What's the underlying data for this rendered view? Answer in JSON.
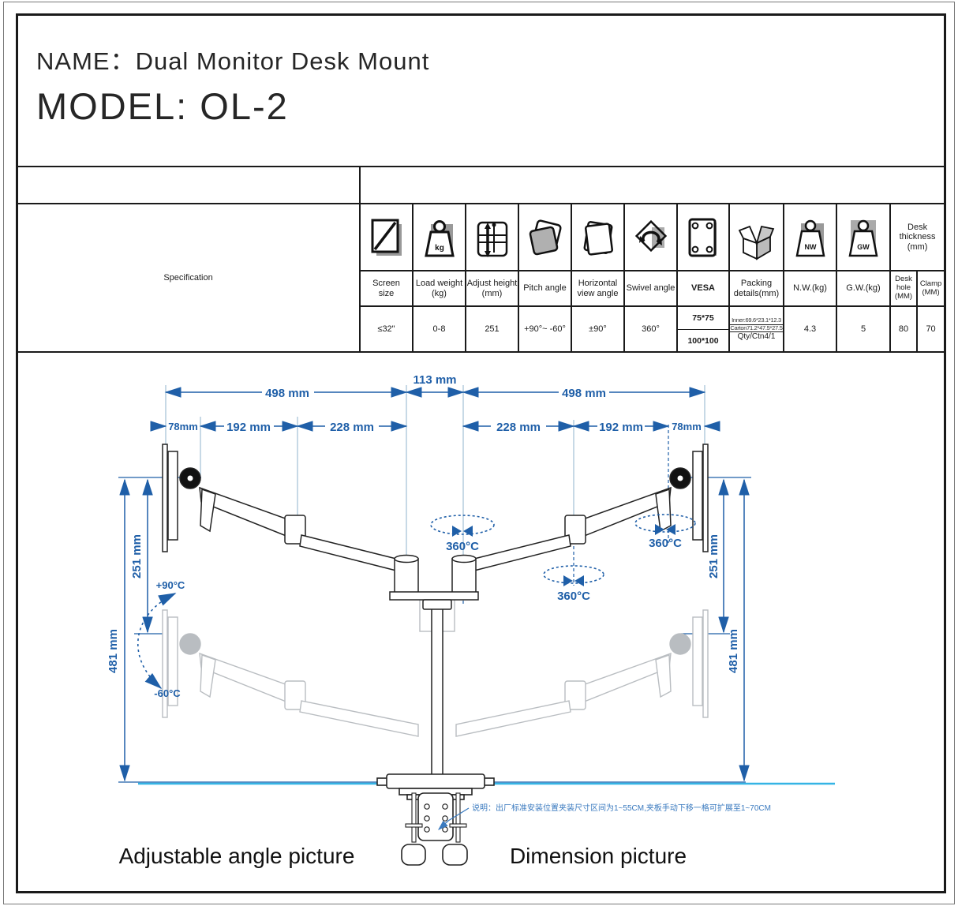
{
  "page": {
    "name_line": "NAME：Dual Monitor Desk Mount",
    "model_line": "MODEL: OL-2"
  },
  "spec_table": {
    "section_label": "Specification",
    "columns": [
      {
        "icon": "screen-diagonal-icon",
        "label": "Screen\nsize",
        "value": "≤32\""
      },
      {
        "icon": "load-weight-icon",
        "icon_text": "kg",
        "label": "Load weight\n(kg)",
        "value": "0-8"
      },
      {
        "icon": "adjust-height-icon",
        "label": "Adjust height\n(mm)",
        "value": "251"
      },
      {
        "icon": "pitch-angle-icon",
        "label": "Pitch angle",
        "value": "+90°~ -60°"
      },
      {
        "icon": "horizontal-view-icon",
        "label": "Horizontal\nview angle",
        "value": "±90°"
      },
      {
        "icon": "swivel-angle-icon",
        "label": "Swivel angle",
        "value": "360°"
      },
      {
        "icon": "vesa-plate-icon",
        "label": "VESA",
        "values": [
          "75*75",
          "100*100"
        ]
      },
      {
        "icon": "packing-box-icon",
        "label": "Packing\ndetails(mm)",
        "values": [
          "Inner:69.6*23.1*12.3",
          "Carton71.2*47.5*27.5",
          "Qty/Ctn4/1"
        ]
      },
      {
        "icon": "net-weight-icon",
        "icon_text": "NW",
        "label": "N.W.(kg)",
        "value": "4.3"
      },
      {
        "icon": "gross-weight-icon",
        "icon_text": "GW",
        "label": "G.W.(kg)",
        "value": "5"
      },
      {
        "group": "Desk\nthickness\n(mm)",
        "sub": [
          {
            "label": "Desk\nhole\n(MM)",
            "value": "80"
          },
          {
            "label": "Clamp\n(MM)",
            "value": "70"
          }
        ]
      }
    ]
  },
  "diagram": {
    "d498": "498 mm",
    "d113": "113 mm",
    "d78": "78mm",
    "d192": "192 mm",
    "d228": "228 mm",
    "d251": "251 mm",
    "d481": "481 mm",
    "rotation": "360°C",
    "pitch_up": "+90°C",
    "pitch_down": "-60°C",
    "note": "说明：出厂标准安装位置夹装尺寸区间为1~55CM,夹板手动下移一格可扩展至1~70CM",
    "caption_left": "Adjustable angle picture",
    "caption_right": "Dimension picture",
    "colors": {
      "dimension_blue": "#1f5fa8",
      "desk_cyan": "#35b4e5",
      "note_blue": "#3a7abf"
    }
  }
}
